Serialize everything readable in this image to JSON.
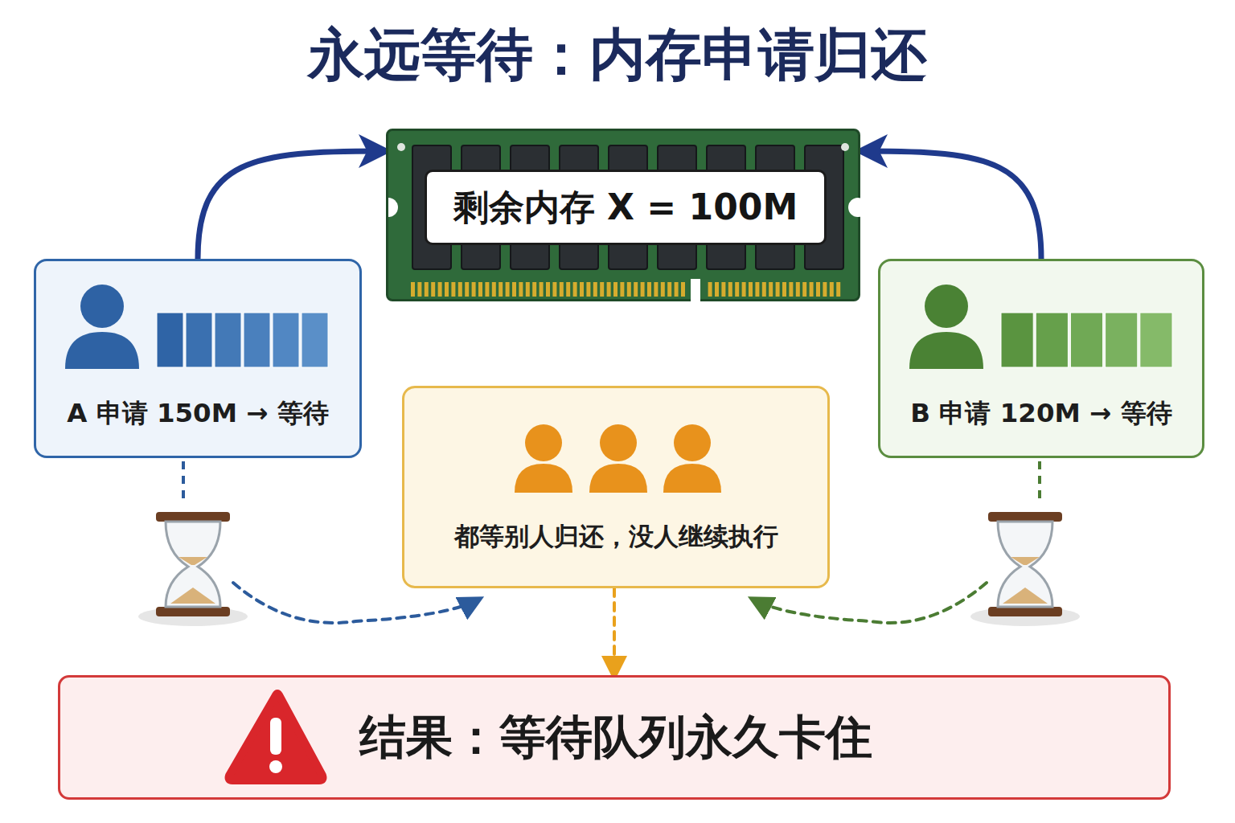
{
  "diagram": {
    "title": "永远等待：内存申请归还",
    "nodes": [
      {
        "text": [
          "剩余内存 X = 100M"
        ]
      },
      {
        "text": [
          "A 申请 150M → 等待"
        ]
      },
      {
        "text": [
          "B 申请 120M → 等待"
        ]
      },
      {
        "text": [
          "都等别人归还，没人继续执行"
        ]
      },
      {
        "text": [
          "结果：等待队列永久卡住"
        ]
      }
    ],
    "edges": [
      {
        "from": 1,
        "to": 0,
        "arrow": "to"
      },
      {
        "from": 2,
        "to": 0,
        "arrow": "to"
      },
      {
        "from": 1,
        "to": 3,
        "arrow": "to"
      },
      {
        "from": 2,
        "to": 3,
        "arrow": "to"
      },
      {
        "from": 3,
        "to": 4,
        "arrow": "to"
      }
    ]
  }
}
